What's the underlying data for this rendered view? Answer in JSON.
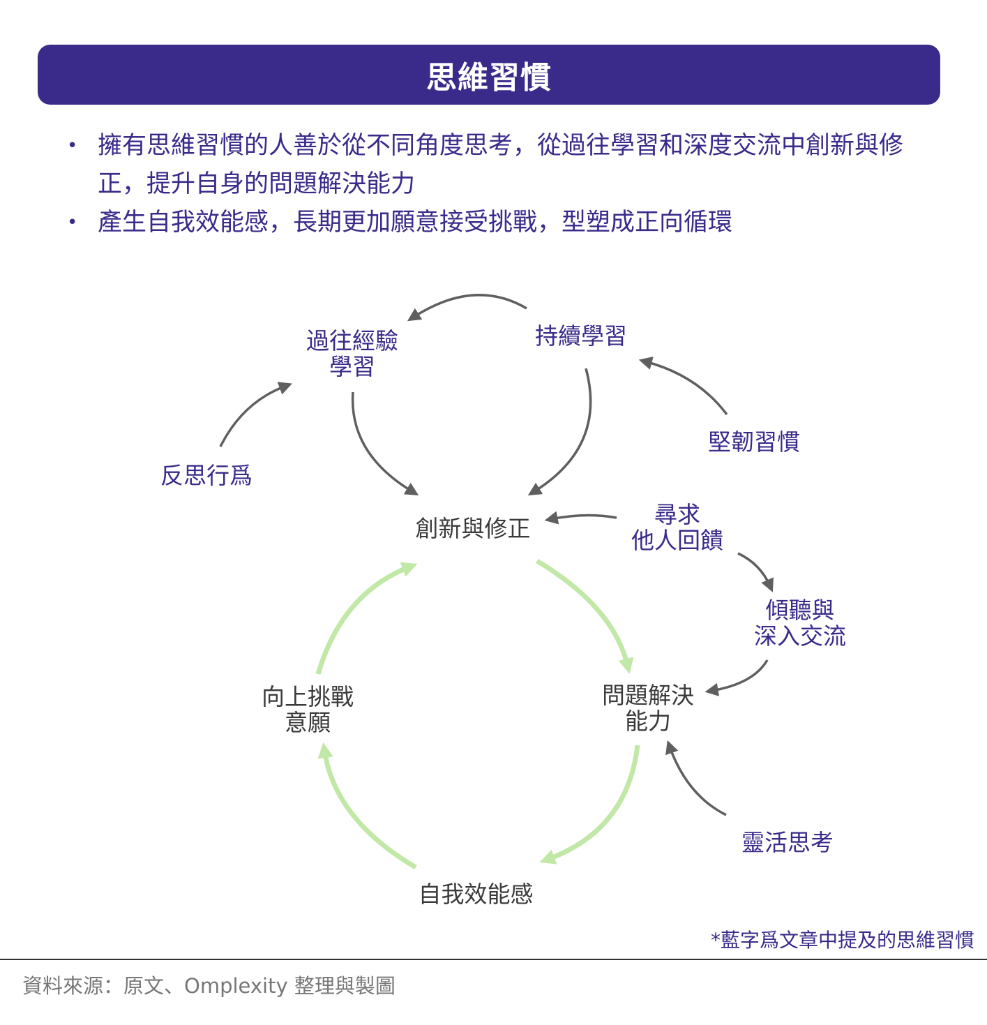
{
  "title": "思維習慣",
  "bullets": [
    "擁有思維習慣的人善於從不同角度思考，從過往學習和深度交流中創新與修正，提升自身的問題解決能力",
    "產生自我效能感，長期更加願意接受挑戰，型塑成正向循環"
  ],
  "diagram": {
    "nodes": {
      "past_learning": {
        "line1": "過往經驗",
        "line2": "學習"
      },
      "continuous_learning": "持續學習",
      "reflection": "反思行爲",
      "persistence": "堅韌習慣",
      "innovation": "創新與修正",
      "feedback": {
        "line1": "尋求",
        "line2": "他人回饋"
      },
      "listening": {
        "line1": "傾聽與",
        "line2": "深入交流"
      },
      "problem_solving": {
        "line1": "問題解決",
        "line2": "能力"
      },
      "challenge": {
        "line1": "向上挑戰",
        "line2": "意願"
      },
      "self_efficacy": "自我效能感",
      "flexible_thinking": "靈活思考"
    },
    "colors": {
      "blue_text": "#3a2a8a",
      "gray_text": "#3a3a3a",
      "gray_arrow": "#5f5f5f",
      "green_arrow": "#c2e8a8"
    }
  },
  "note": "*藍字爲文章中提及的思維習慣",
  "source": "資料來源：原文、Omplexity 整理與製圖"
}
